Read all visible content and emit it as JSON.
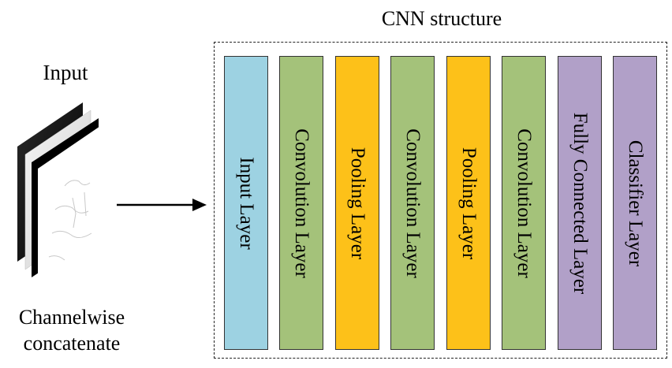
{
  "input": {
    "title": "Input",
    "caption_line1": "Channelwise",
    "caption_line2": "concatenate"
  },
  "cnn": {
    "title": "CNN structure",
    "layers": [
      {
        "label": "Input Layer",
        "color": "#9dd2e2"
      },
      {
        "label": "Convolution Layer",
        "color": "#a4c27a"
      },
      {
        "label": "Pooling Layer",
        "color": "#fdc119"
      },
      {
        "label": "Convolution Layer",
        "color": "#a4c27a"
      },
      {
        "label": "Pooling Layer",
        "color": "#fdc119"
      },
      {
        "label": "Convolution Layer",
        "color": "#a4c27a"
      },
      {
        "label": "Fully Connected Layer",
        "color": "#b1a0c8"
      },
      {
        "label": "Classifier Layer",
        "color": "#b1a0c8"
      }
    ]
  },
  "icons": {
    "stack": "stacked-image-channels-icon",
    "arrow": "right-arrow-icon"
  }
}
